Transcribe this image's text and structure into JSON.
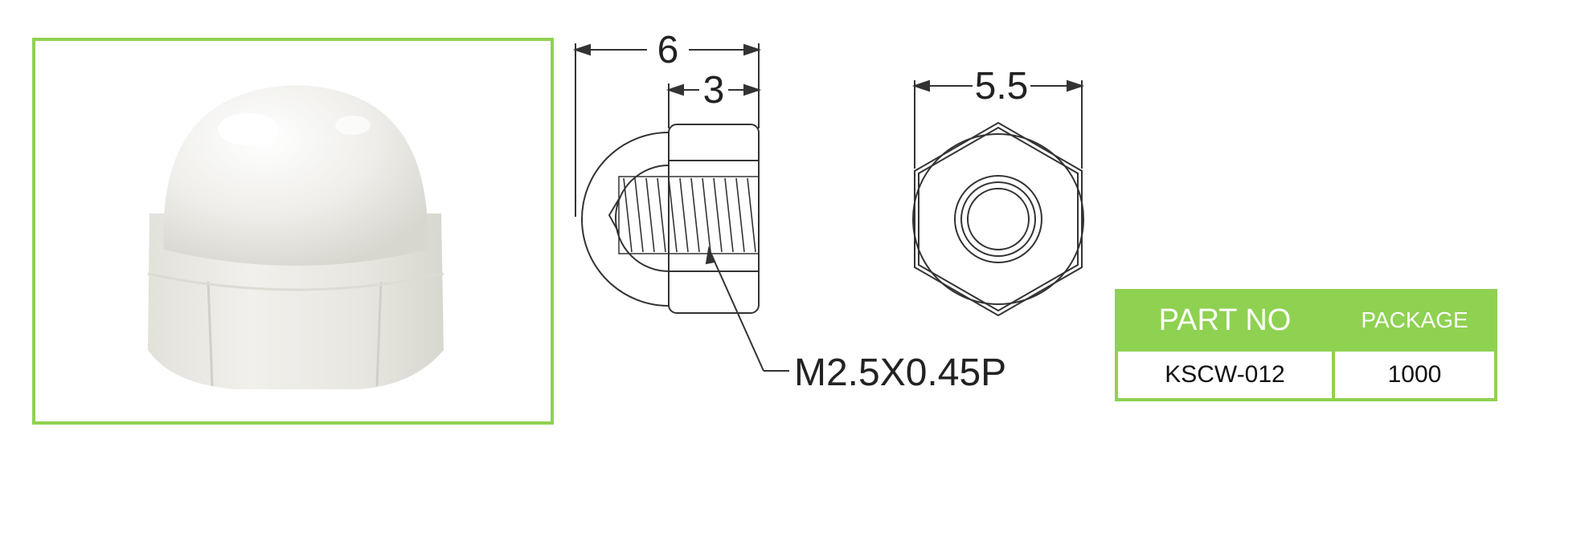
{
  "drawing": {
    "dimension_overall_length": "6",
    "dimension_hex_length": "3",
    "dimension_hex_width": "5.5",
    "thread_callout": "M2.5X0.45P"
  },
  "table": {
    "headers": [
      "PART NO",
      "PACKAGE"
    ],
    "rows": [
      [
        "KSCW-012",
        "1000"
      ]
    ]
  },
  "colors": {
    "accent_green": "#8fd151",
    "nut_white": "#f3f2ee",
    "line": "#333333"
  },
  "icons": {
    "product_photo": "cap-nut-photo"
  }
}
